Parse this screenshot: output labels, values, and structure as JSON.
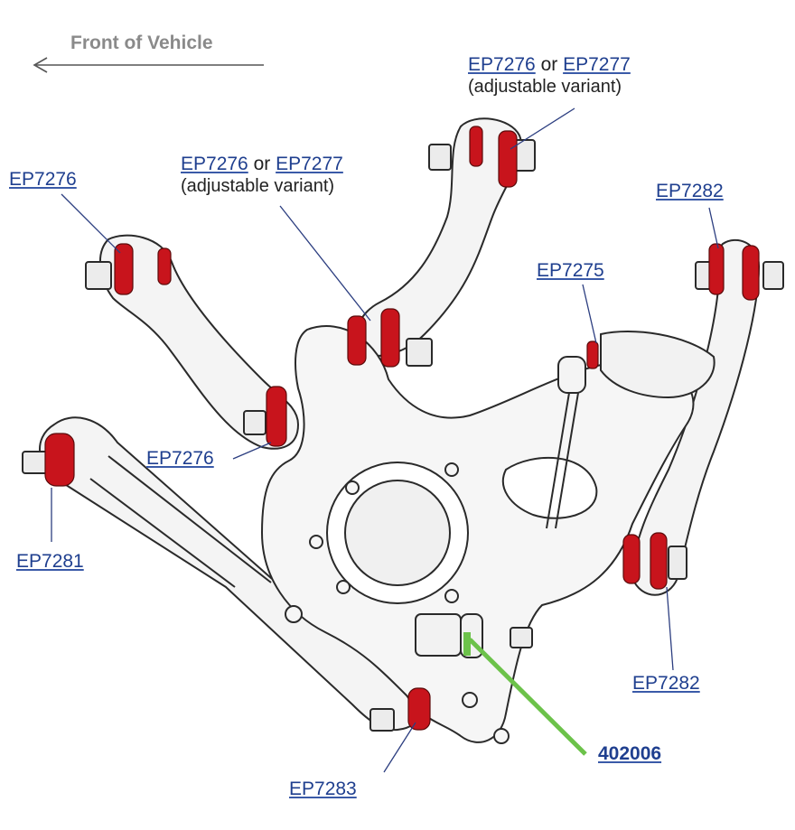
{
  "header": {
    "front_label": "Front of Vehicle"
  },
  "labels": {
    "top_right": {
      "part_a": "EP7276",
      "or": "or",
      "part_b": "EP7277",
      "sub": "(adjustable variant)"
    },
    "top_mid": {
      "part_a": "EP7276",
      "or": "or",
      "part_b": "EP7277",
      "sub": "(adjustable variant)"
    },
    "left_upper": {
      "part": "EP7276"
    },
    "left_lower": {
      "part": "EP7276"
    },
    "right_upper": {
      "part": "EP7282"
    },
    "right_lower": {
      "part": "EP7282"
    },
    "mid_link": {
      "part": "EP7275"
    },
    "far_left": {
      "part": "EP7281"
    },
    "bottom": {
      "part": "EP7283"
    },
    "green": {
      "part": "402006"
    }
  },
  "colors": {
    "bushing": "#c8141c",
    "outline": "#2a2a2a",
    "metal": "#f4f4f4",
    "leader": "#2c3e80",
    "green_leader": "#6cc24a",
    "front_arrow": "#555555"
  }
}
